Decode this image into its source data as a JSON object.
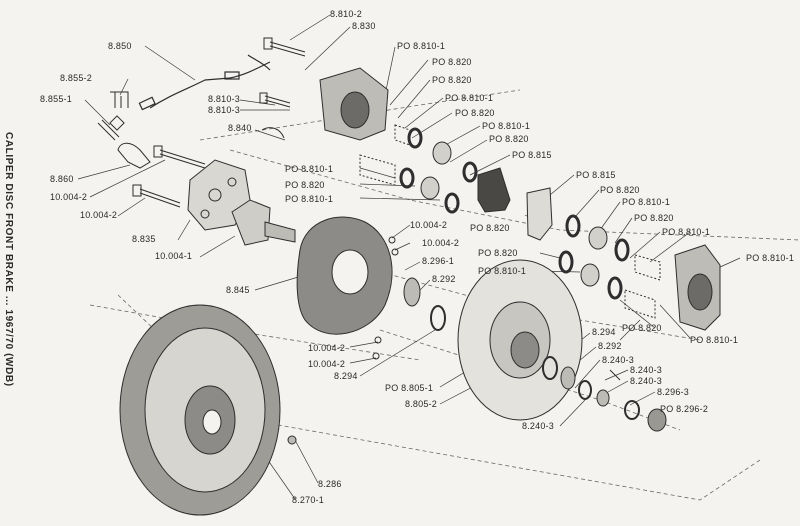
{
  "title": "CALIPER DISC FRONT BRAKE ... 1967/70 (WDB)",
  "labels": {
    "l_8810_2": "8.810-2",
    "l_8830": "8.830",
    "l_8850": "8.850",
    "l_8855_2": "8.855-2",
    "l_8855_1": "8.855-1",
    "l_8860": "8.860",
    "l_10004_2a": "10.004-2",
    "l_10004_2b": "10.004-2",
    "l_8835": "8.835",
    "l_10004_1": "10.004-1",
    "l_8845": "8.845",
    "l_8810_3a": "8.810-3",
    "l_8810_3b": "8.810-3",
    "l_8840": "8.840",
    "l_po8810_1a": "PO 8.810-1",
    "l_po8820a": "PO 8.820",
    "l_po8820b": "PO 8.820",
    "l_po8810_1b": "PO 8.810-1",
    "l_po8820c": "PO 8.820",
    "l_po8810_1c": "PO 8.810-1",
    "l_po8820d": "PO 8.820",
    "l_po8815a": "PO 8.815",
    "l_po8810_1d": "PO 8.810-1",
    "l_po8820e": "PO 8.820",
    "l_po8810_1e": "PO 8.810-1",
    "l_po8820f": "PO 8.820",
    "l_po8815b": "PO 8.815",
    "l_po8820g": "PO 8.820",
    "l_po8810_1f": "PO 8.810-1",
    "l_po8820h": "PO 8.820",
    "l_po8810_1g": "PO 8.810-1",
    "l_po8810_1h": "PO 8.810-1",
    "l_po8820i": "PO 8.820",
    "l_po8810_1i": "PO 8.810-1",
    "l_po8820j": "PO 8.820",
    "l_po8810_1j": "PO 8.810-1",
    "l_10004_2c": "10.004-2",
    "l_10004_2d": "10.004-2",
    "l_8296_1": "8.296-1",
    "l_8292a": "8.292",
    "l_10004_2e": "10.004-2",
    "l_10004_2f": "10.004-2",
    "l_8294a": "8.294",
    "l_po8805_1": "PO 8.805-1",
    "l_8805_2": "8.805-2",
    "l_8294b": "8.294",
    "l_8292b": "8.292",
    "l_8240_3a": "8.240-3",
    "l_8240_3b": "8.240-3",
    "l_8240_3c": "8.240-3",
    "l_8296_3": "8.296-3",
    "l_po8296_2": "PO 8.296-2",
    "l_8240_3d": "8.240-3",
    "l_8286": "8.286",
    "l_8270_1": "8.270-1"
  }
}
